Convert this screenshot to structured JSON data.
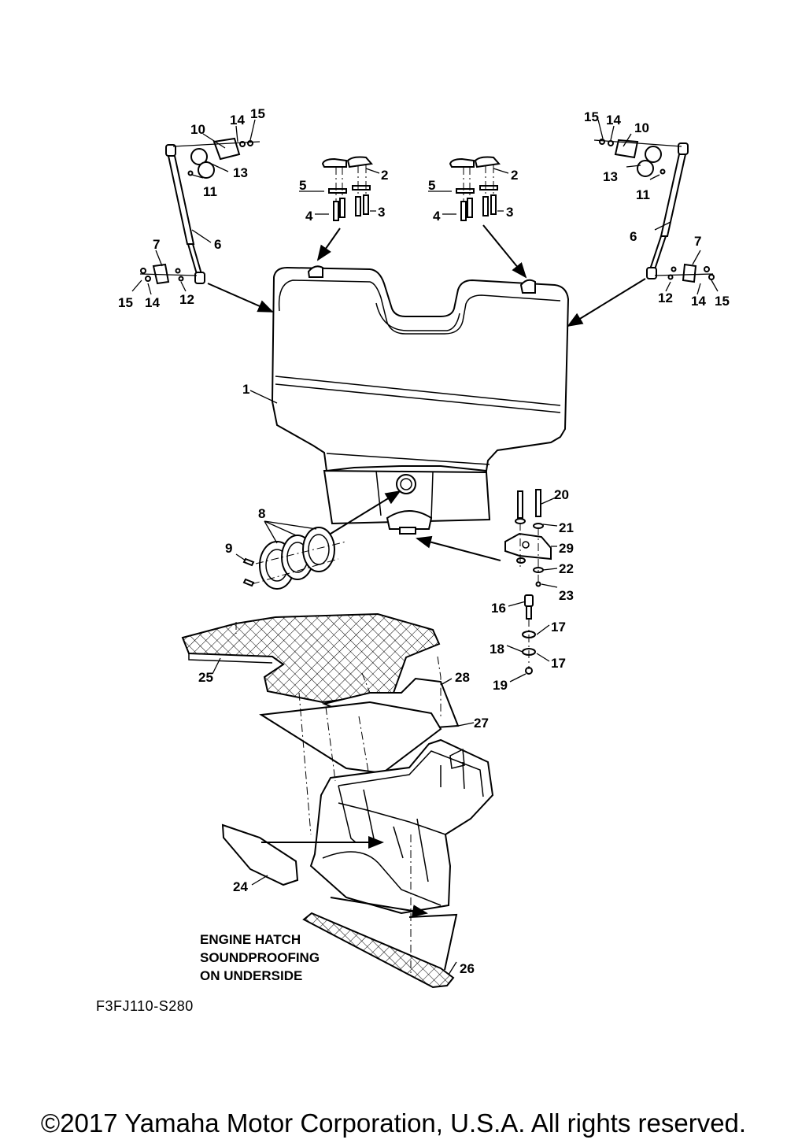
{
  "callouts": {
    "n1": "1",
    "n2": "2",
    "n3": "3",
    "n4": "4",
    "n5": "5",
    "n6": "6",
    "n7": "7",
    "n8": "8",
    "n9": "9",
    "n10": "10",
    "n11": "11",
    "n12": "12",
    "n13": "13",
    "n14": "14",
    "n15": "15",
    "n16": "16",
    "n17": "17",
    "n18": "18",
    "n19": "19",
    "n20": "20",
    "n21": "21",
    "n22": "22",
    "n23": "23",
    "n24": "24",
    "n25": "25",
    "n26": "26",
    "n27": "27",
    "n28": "28",
    "n29": "29"
  },
  "note": {
    "line1": "ENGINE HATCH",
    "line2": "SOUNDPROOFING",
    "line3": "ON UNDERSIDE"
  },
  "diagram_code": "F3FJ110-S280",
  "copyright": "©2017 Yamaha Motor Corporation, U.S.A. All rights reserved."
}
